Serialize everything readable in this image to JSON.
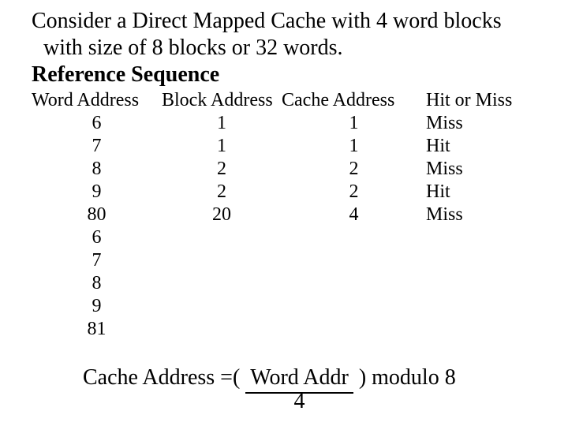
{
  "slide": {
    "intro_line1": "Consider a Direct Mapped Cache with 4 word blocks",
    "intro_line2": "with size of 8 blocks or 32 words.",
    "heading": "Reference Sequence"
  },
  "table": {
    "columns": [
      "Word Address",
      "Block Address",
      "Cache Address",
      "Hit or Miss"
    ],
    "rows": [
      {
        "word": "6",
        "block": "1",
        "cache": "1",
        "result": "Miss"
      },
      {
        "word": "7",
        "block": "1",
        "cache": "1",
        "result": "Hit"
      },
      {
        "word": "8",
        "block": "2",
        "cache": "2",
        "result": "Miss"
      },
      {
        "word": "9",
        "block": "2",
        "cache": "2",
        "result": "Hit"
      },
      {
        "word": "80",
        "block": "20",
        "cache": "4",
        "result": "Miss"
      },
      {
        "word": "6",
        "block": "",
        "cache": "",
        "result": ""
      },
      {
        "word": "7",
        "block": "",
        "cache": "",
        "result": ""
      },
      {
        "word": "8",
        "block": "",
        "cache": "",
        "result": ""
      },
      {
        "word": "9",
        "block": "",
        "cache": "",
        "result": ""
      },
      {
        "word": "81",
        "block": "",
        "cache": "",
        "result": ""
      }
    ]
  },
  "formula": {
    "prefix": "Cache Address =( ",
    "numerator": "Word Addr",
    "suffix": " ) modulo 8",
    "denominator": "4"
  },
  "colors": {
    "background": "#ffffff",
    "text": "#000000"
  }
}
